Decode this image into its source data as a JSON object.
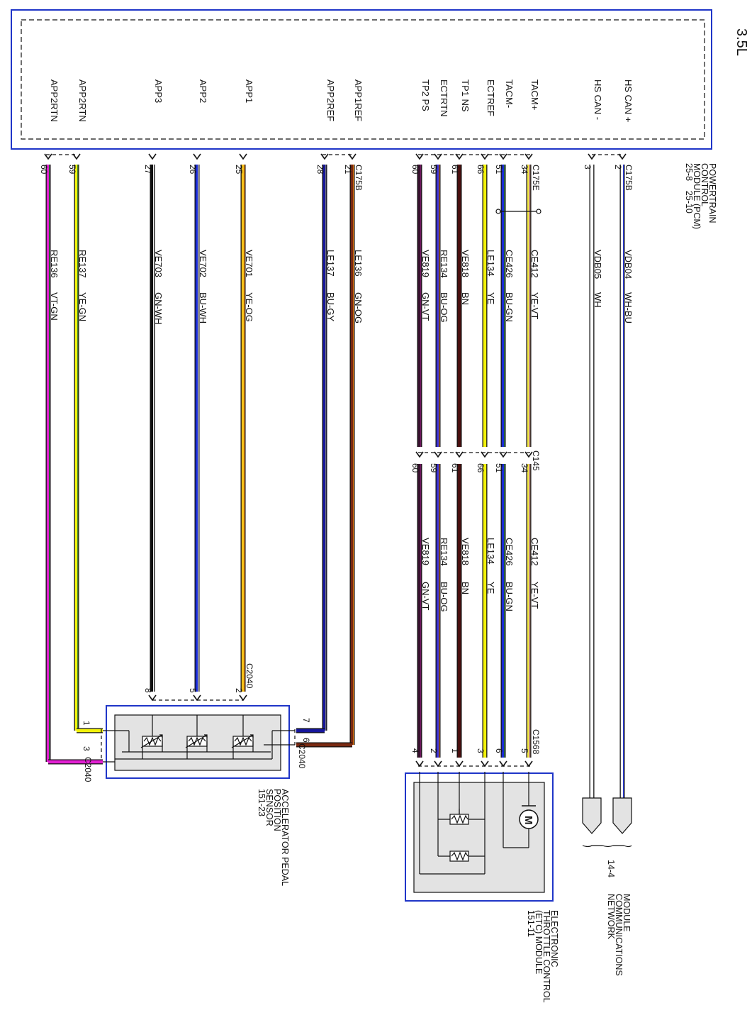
{
  "title": "3.5L",
  "pcm": {
    "name_lines": [
      "POWERTRAIN",
      "CONTROL",
      "MODULE (PCM)",
      "25-8    25-10"
    ],
    "pins": [
      "APP2RTN",
      "APP2RTN",
      "APP3",
      "APP2",
      "APP1",
      "APP2REF",
      "APP1REF",
      "TP2 PS",
      "ECTRTN",
      "TP1 NS",
      "ECTREF",
      "TACM-",
      "TACM+",
      "HS CAN -",
      "HS CAN +"
    ]
  },
  "connectors": {
    "c175b": "C175B",
    "c175e": "C175E",
    "c145": "C145",
    "c2040": "C2040",
    "c1568": "C1568"
  },
  "wires": [
    {
      "pcm_pin": "60",
      "circuit": "RE136",
      "color": "VT-GN",
      "hex": "#e21fd2",
      "stripe": "#2e7d32",
      "end_pin": "3"
    },
    {
      "pcm_pin": "59",
      "circuit": "RE137",
      "color": "YE-GN",
      "hex": "#f2f20a",
      "stripe": "#2e7d32",
      "end_pin": "1"
    },
    {
      "pcm_pin": "27",
      "circuit": "VE703",
      "color": "GN-WH",
      "hex": "#111111",
      "stripe": "#ffffff",
      "end_pin": "8"
    },
    {
      "pcm_pin": "26",
      "circuit": "VE702",
      "color": "BU-WH",
      "hex": "#1a2bd6",
      "stripe": "#ffffff",
      "end_pin": "5"
    },
    {
      "pcm_pin": "25",
      "circuit": "VE701",
      "color": "YE-OG",
      "hex": "#f6c21a",
      "stripe": "#e07a10",
      "end_pin": "2"
    },
    {
      "pcm_pin": "28",
      "circuit": "LE137",
      "color": "BU-GY",
      "hex": "#16169c",
      "stripe": "#777777",
      "end_pin": "7"
    },
    {
      "pcm_pin": "21",
      "circuit": "LE136",
      "color": "GN-OG",
      "hex": "#7a2a12",
      "stripe": "#e07a10",
      "end_pin": "6"
    },
    {
      "pcm_pin": "60",
      "circuit": "VE819",
      "color": "GN-VT",
      "hex": "#3a1030",
      "stripe": "#7a1a6a",
      "mid_pin": "60",
      "end_pin": "4"
    },
    {
      "pcm_pin": "59",
      "circuit": "RE134",
      "color": "BU-OG",
      "hex": "#3a32d8",
      "stripe": "#e07a10",
      "mid_pin": "59",
      "end_pin": "2"
    },
    {
      "pcm_pin": "61",
      "circuit": "VE818",
      "color": "BN",
      "hex": "#4a0f0f",
      "stripe": "#4a0f0f",
      "mid_pin": "61",
      "end_pin": "1"
    },
    {
      "pcm_pin": "66",
      "circuit": "LE134",
      "color": "YE",
      "hex": "#f2f20a",
      "stripe": "#f2f20a",
      "mid_pin": "66",
      "end_pin": "3"
    },
    {
      "pcm_pin": "51",
      "circuit": "CE426",
      "color": "BU-GN",
      "hex": "#1a2bd6",
      "stripe": "#2e7d32",
      "mid_pin": "51",
      "end_pin": "6"
    },
    {
      "pcm_pin": "34",
      "circuit": "CE412",
      "color": "YE-VT",
      "hex": "#f2e64a",
      "stripe": "#8a3aa0",
      "mid_pin": "34",
      "end_pin": "5"
    },
    {
      "pcm_pin": "3",
      "circuit": "VDB05",
      "color": "WH",
      "hex": "#ffffff",
      "stripe": "#ffffff"
    },
    {
      "pcm_pin": "2",
      "circuit": "VDB04",
      "color": "WH-BU",
      "hex": "#ffffff",
      "stripe": "#1a2bd6"
    }
  ],
  "accelerator_pedal": {
    "lines": [
      "ACCELERATOR PEDAL",
      "POSITION",
      "SENSOR",
      "151-23"
    ]
  },
  "etc": {
    "lines": [
      "ELECTRONIC",
      "THROTTLE CONTROL",
      "(ETC) MODULE",
      "151-11"
    ]
  },
  "mcn": {
    "ref": "14-4",
    "lines": [
      "MODULE",
      "COMMUNICATIONS",
      "NETWORK"
    ]
  },
  "motor_symbol": "M",
  "colors": {
    "frame": "#1f35c8",
    "module_fill": "#e3e3e3",
    "line": "#111111"
  }
}
